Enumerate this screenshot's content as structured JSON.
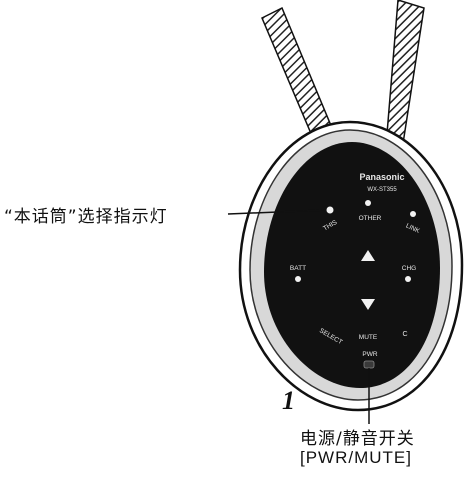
{
  "callouts": {
    "indicator_label": "“本话筒”选择指示灯",
    "step_number": "1",
    "power_label_cn": "电源/静音开关",
    "power_label_en": "[PWR/MUTE]"
  },
  "device": {
    "brand": "Panasonic",
    "model": "WX-ST355",
    "labels": {
      "this_mic": "THIS",
      "other_mic": "OTHER",
      "link": "LINK",
      "batt": "BATT",
      "chg": "CHG",
      "select": "SELECT",
      "mute": "MUTE",
      "pwr": "PWR",
      "ch": "C"
    },
    "icons": [
      "up-arrow-icon",
      "down-arrow-icon"
    ],
    "colors": {
      "body": "#111111",
      "outline": "#1a1a1a",
      "text": "#e8e8e8"
    }
  }
}
